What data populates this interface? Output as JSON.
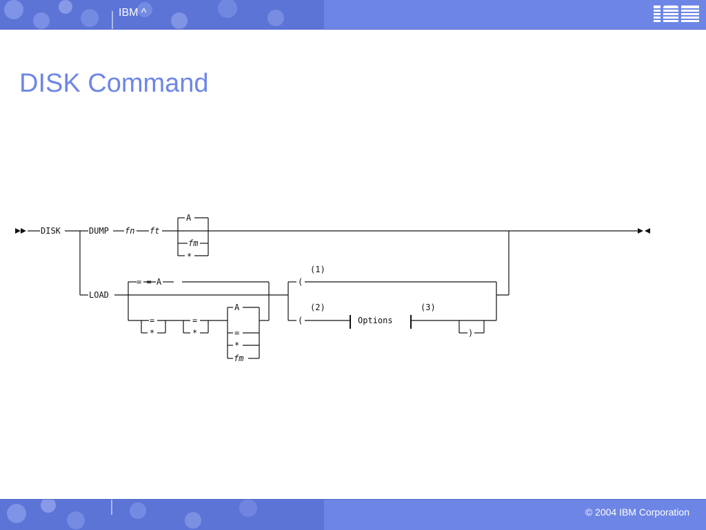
{
  "header": {
    "text": "IBM ^",
    "logo_alt": "IBM"
  },
  "slide": {
    "title": "DISK Command"
  },
  "footer": {
    "copyright": "© 2004 IBM Corporation"
  },
  "colors": {
    "band": "#6d86e6",
    "title": "#6d86e6",
    "line": "#111111"
  },
  "diagram": {
    "command": "DISK",
    "dump": {
      "keyword": "DUMP",
      "fn": "fn",
      "ft": "ft",
      "fm_choices": [
        "A",
        "fm",
        "*"
      ]
    },
    "load": {
      "keyword": "LOAD",
      "default_line": "= = A",
      "fn_choices": [
        "=",
        "*"
      ],
      "ft_choices": [
        "=",
        "*"
      ],
      "fm_choices": [
        "A",
        "=",
        "*",
        "fm"
      ]
    },
    "opt": {
      "paren_open_1": "(",
      "note_1": "(1)",
      "paren_open_2": "(",
      "note_2": "(2)",
      "options": "Options",
      "note_3": "(3)",
      "paren_close": ")"
    }
  }
}
